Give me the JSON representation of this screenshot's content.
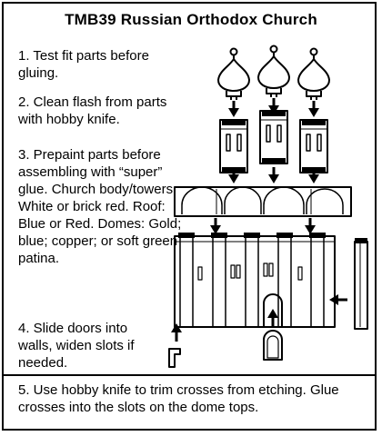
{
  "title": "TMB39  Russian Orthodox Church",
  "steps": [
    "1. Test fit parts before gluing.",
    "2. Clean flash from parts with hobby knife.",
    "3. Prepaint parts before assembling with “super” glue. Church body/towers: White or brick red. Roof: Blue or Red. Domes: Gold; blue; copper; or soft green patina.",
    "4. Slide doors into walls, widen slots if needed.",
    "5. Use hobby knife to trim crosses from etching. Glue crosses into the slots on the dome tops."
  ],
  "icons": [
    "onion-dome-icon",
    "tower-icon",
    "arrow-down-icon",
    "arrow-left-icon",
    "arrow-up-icon",
    "door-icon"
  ]
}
